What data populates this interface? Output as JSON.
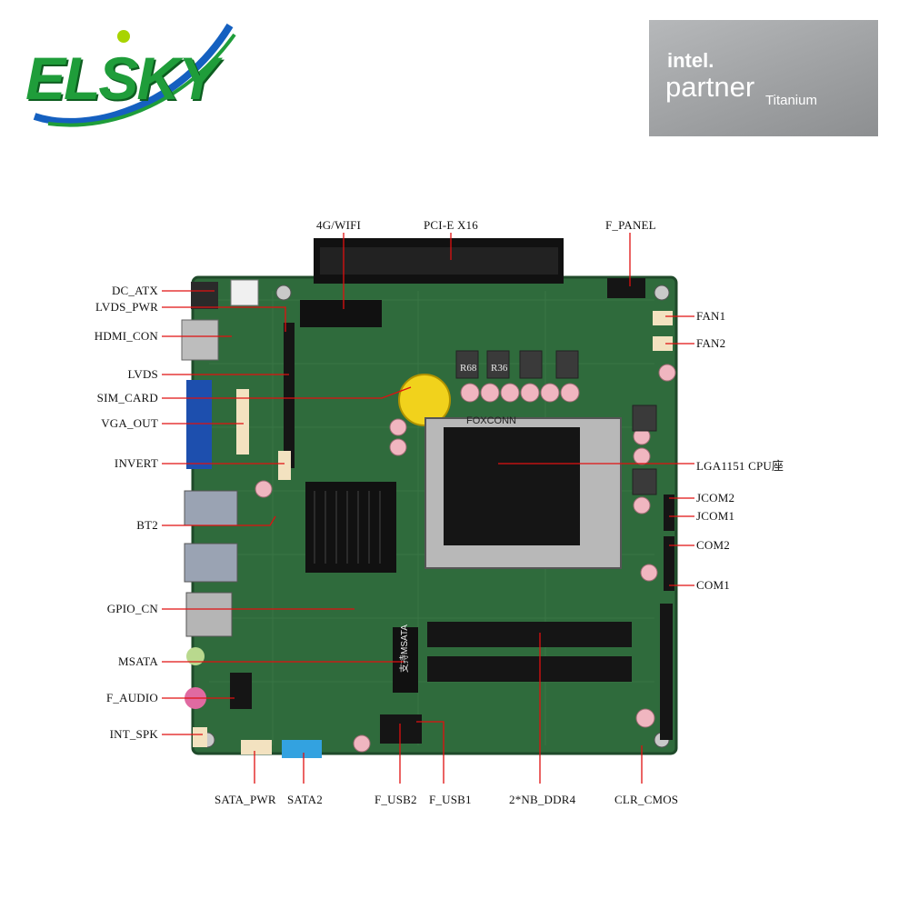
{
  "logo": {
    "text": "ELSKY"
  },
  "intel_badge": {
    "brand": "intel.",
    "line": "partner",
    "tier": "Titanium"
  },
  "labels": {
    "wifi": "4G/WIFI",
    "pcie": "PCI-E X16",
    "f_panel": "F_PANEL",
    "dc_atx": "DC_ATX",
    "lvds_pwr": "LVDS_PWR",
    "hdmi_con": "HDMI_CON",
    "lvds": "LVDS",
    "sim_card": "SIM_CARD",
    "vga_out": "VGA_OUT",
    "invert": "INVERT",
    "bt2": "BT2",
    "gpio_cn": "GPIO_CN",
    "msata": "MSATA",
    "f_audio": "F_AUDIO",
    "int_spk": "INT_SPK",
    "fan1": "FAN1",
    "fan2": "FAN2",
    "lga1151": "LGA1151 CPU座",
    "jcom2": "JCOM2",
    "jcom1": "JCOM1",
    "com2": "COM2",
    "com1": "COM1",
    "sata_pwr": "SATA_PWR",
    "sata2": "SATA2",
    "f_usb2": "F_USB2",
    "f_usb1": "F_USB1",
    "ddr4": "2*NB_DDR4",
    "clr_cmos": "CLR_CMOS"
  },
  "board_print": {
    "chip_a": "R68",
    "chip_b": "R36",
    "socket_brand": "FOXCONN",
    "msata_text": "支持MSATA"
  },
  "colors": {
    "pcb": "#2f6b3c",
    "pcb_dark": "#1f4a2a",
    "leader": "#e01010",
    "label": "#111111",
    "logo_green": "#1f9d3a",
    "logo_blue": "#1560c0",
    "badge_gray": "#a3a5a7"
  }
}
